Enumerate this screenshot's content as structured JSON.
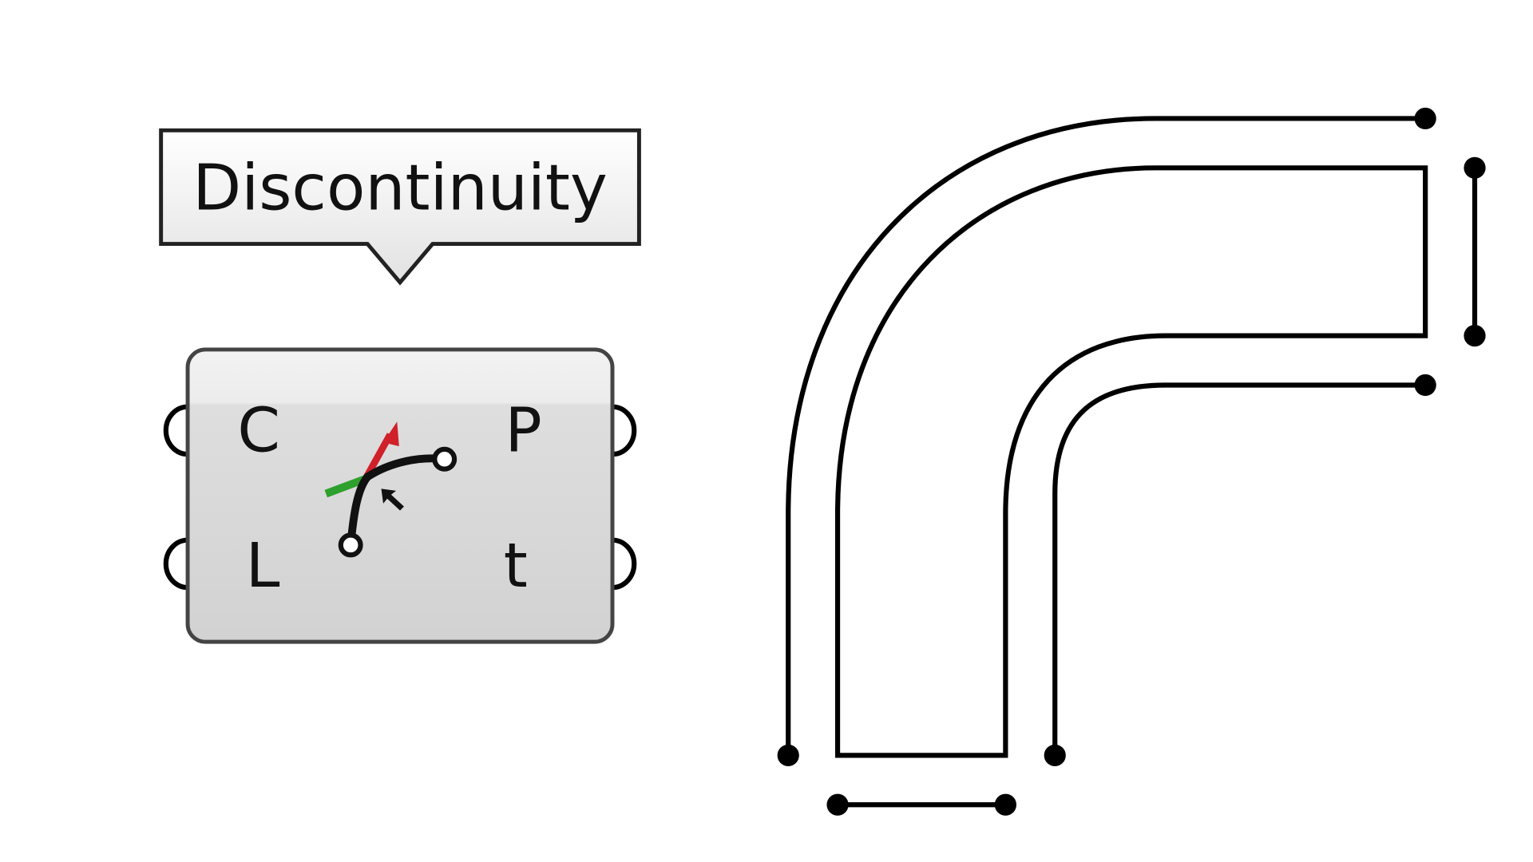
{
  "tooltip": {
    "text": "Discontinuity"
  },
  "component": {
    "inputs": [
      {
        "label": "C"
      },
      {
        "label": "L"
      }
    ],
    "outputs": [
      {
        "label": "P"
      },
      {
        "label": "t"
      }
    ],
    "icon": "curve-discontinuity-icon"
  },
  "colors": {
    "axis_x": "#2ea02e",
    "axis_y": "#d0202a"
  }
}
